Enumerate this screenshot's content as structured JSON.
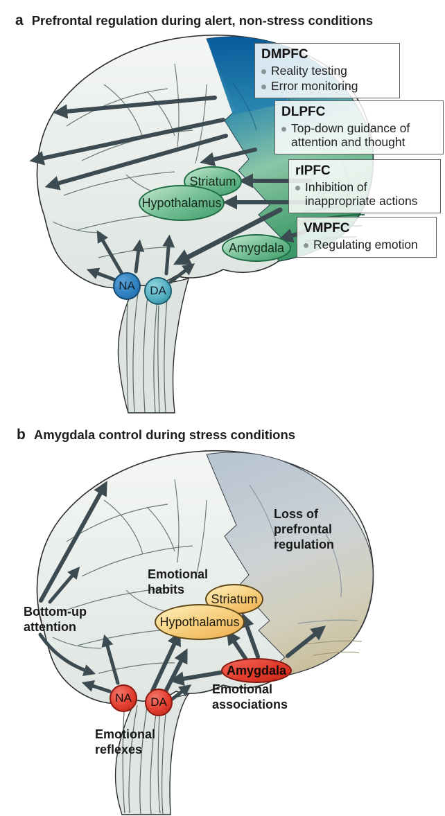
{
  "panel_a": {
    "label": "a",
    "title": "Prefrontal regulation during alert, non-stress conditions",
    "boxes": [
      {
        "title": "DMPFC",
        "bullets": [
          "Reality testing",
          "Error monitoring"
        ]
      },
      {
        "title": "DLPFC",
        "bullets": [
          "Top-down guidance of attention and thought"
        ]
      },
      {
        "title": "rIPFC",
        "bullets": [
          "Inhibition of inappropriate actions"
        ]
      },
      {
        "title": "VMPFC",
        "bullets": [
          "Regulating emotion"
        ]
      }
    ],
    "structures": {
      "striatum": "Striatum",
      "hypothalamus": "Hypothalamus",
      "amygdala": "Amygdala"
    },
    "nodes": {
      "na": "NA",
      "da": "DA"
    }
  },
  "panel_b": {
    "label": "b",
    "title": "Amygdala control during stress conditions",
    "annotations": {
      "loss": "Loss of\nprefrontal\nregulation",
      "habits": "Emotional\nhabits",
      "bottom_up": "Bottom-up\nattention",
      "associations": "Emotional\nassociations",
      "reflexes": "Emotional\nreflexes"
    },
    "structures": {
      "striatum": "Striatum",
      "hypothalamus": "Hypothalamus",
      "amygdala": "Amygdala"
    },
    "nodes": {
      "na": "NA",
      "da": "DA"
    }
  },
  "colors": {
    "arrow": "#3c4b52",
    "dmpfc_blue": "#0d63a3",
    "dlpfc_teal": "#4f9fab",
    "pfc_green": "#3f9c6b",
    "stress_gray": "#bcc8d2",
    "stress_tan": "#c8bc95",
    "structure_green": "#4aa273",
    "structure_yellow": "#f5c46a",
    "alarm_red": "#d93425",
    "na_blue": "#2e7fc0",
    "da_teal": "#4fadc0"
  }
}
